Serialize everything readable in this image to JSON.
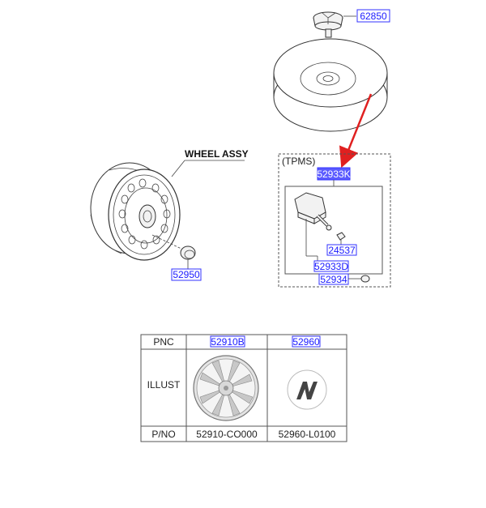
{
  "parts": {
    "lug_nut": "62850",
    "tpms_assy": "52933K",
    "tpms_valve_nut": "24537",
    "tpms_valve": "52933D",
    "tpms_cap": "52934",
    "wheel_cap": "52950"
  },
  "labels": {
    "wheel_assy": "WHEEL ASSY",
    "tpms": "(TPMS)"
  },
  "table": {
    "row_pnc": "PNC",
    "row_illust": "ILLUST",
    "row_pno": "P/NO",
    "col1_pnc": "52910B",
    "col2_pnc": "52960",
    "col1_pno": "52910-CO000",
    "col2_pno": "52960-L0100"
  },
  "colors": {
    "highlight": "#5b5bff",
    "arrow": "#e02020",
    "part_number": "#1a1aff"
  }
}
